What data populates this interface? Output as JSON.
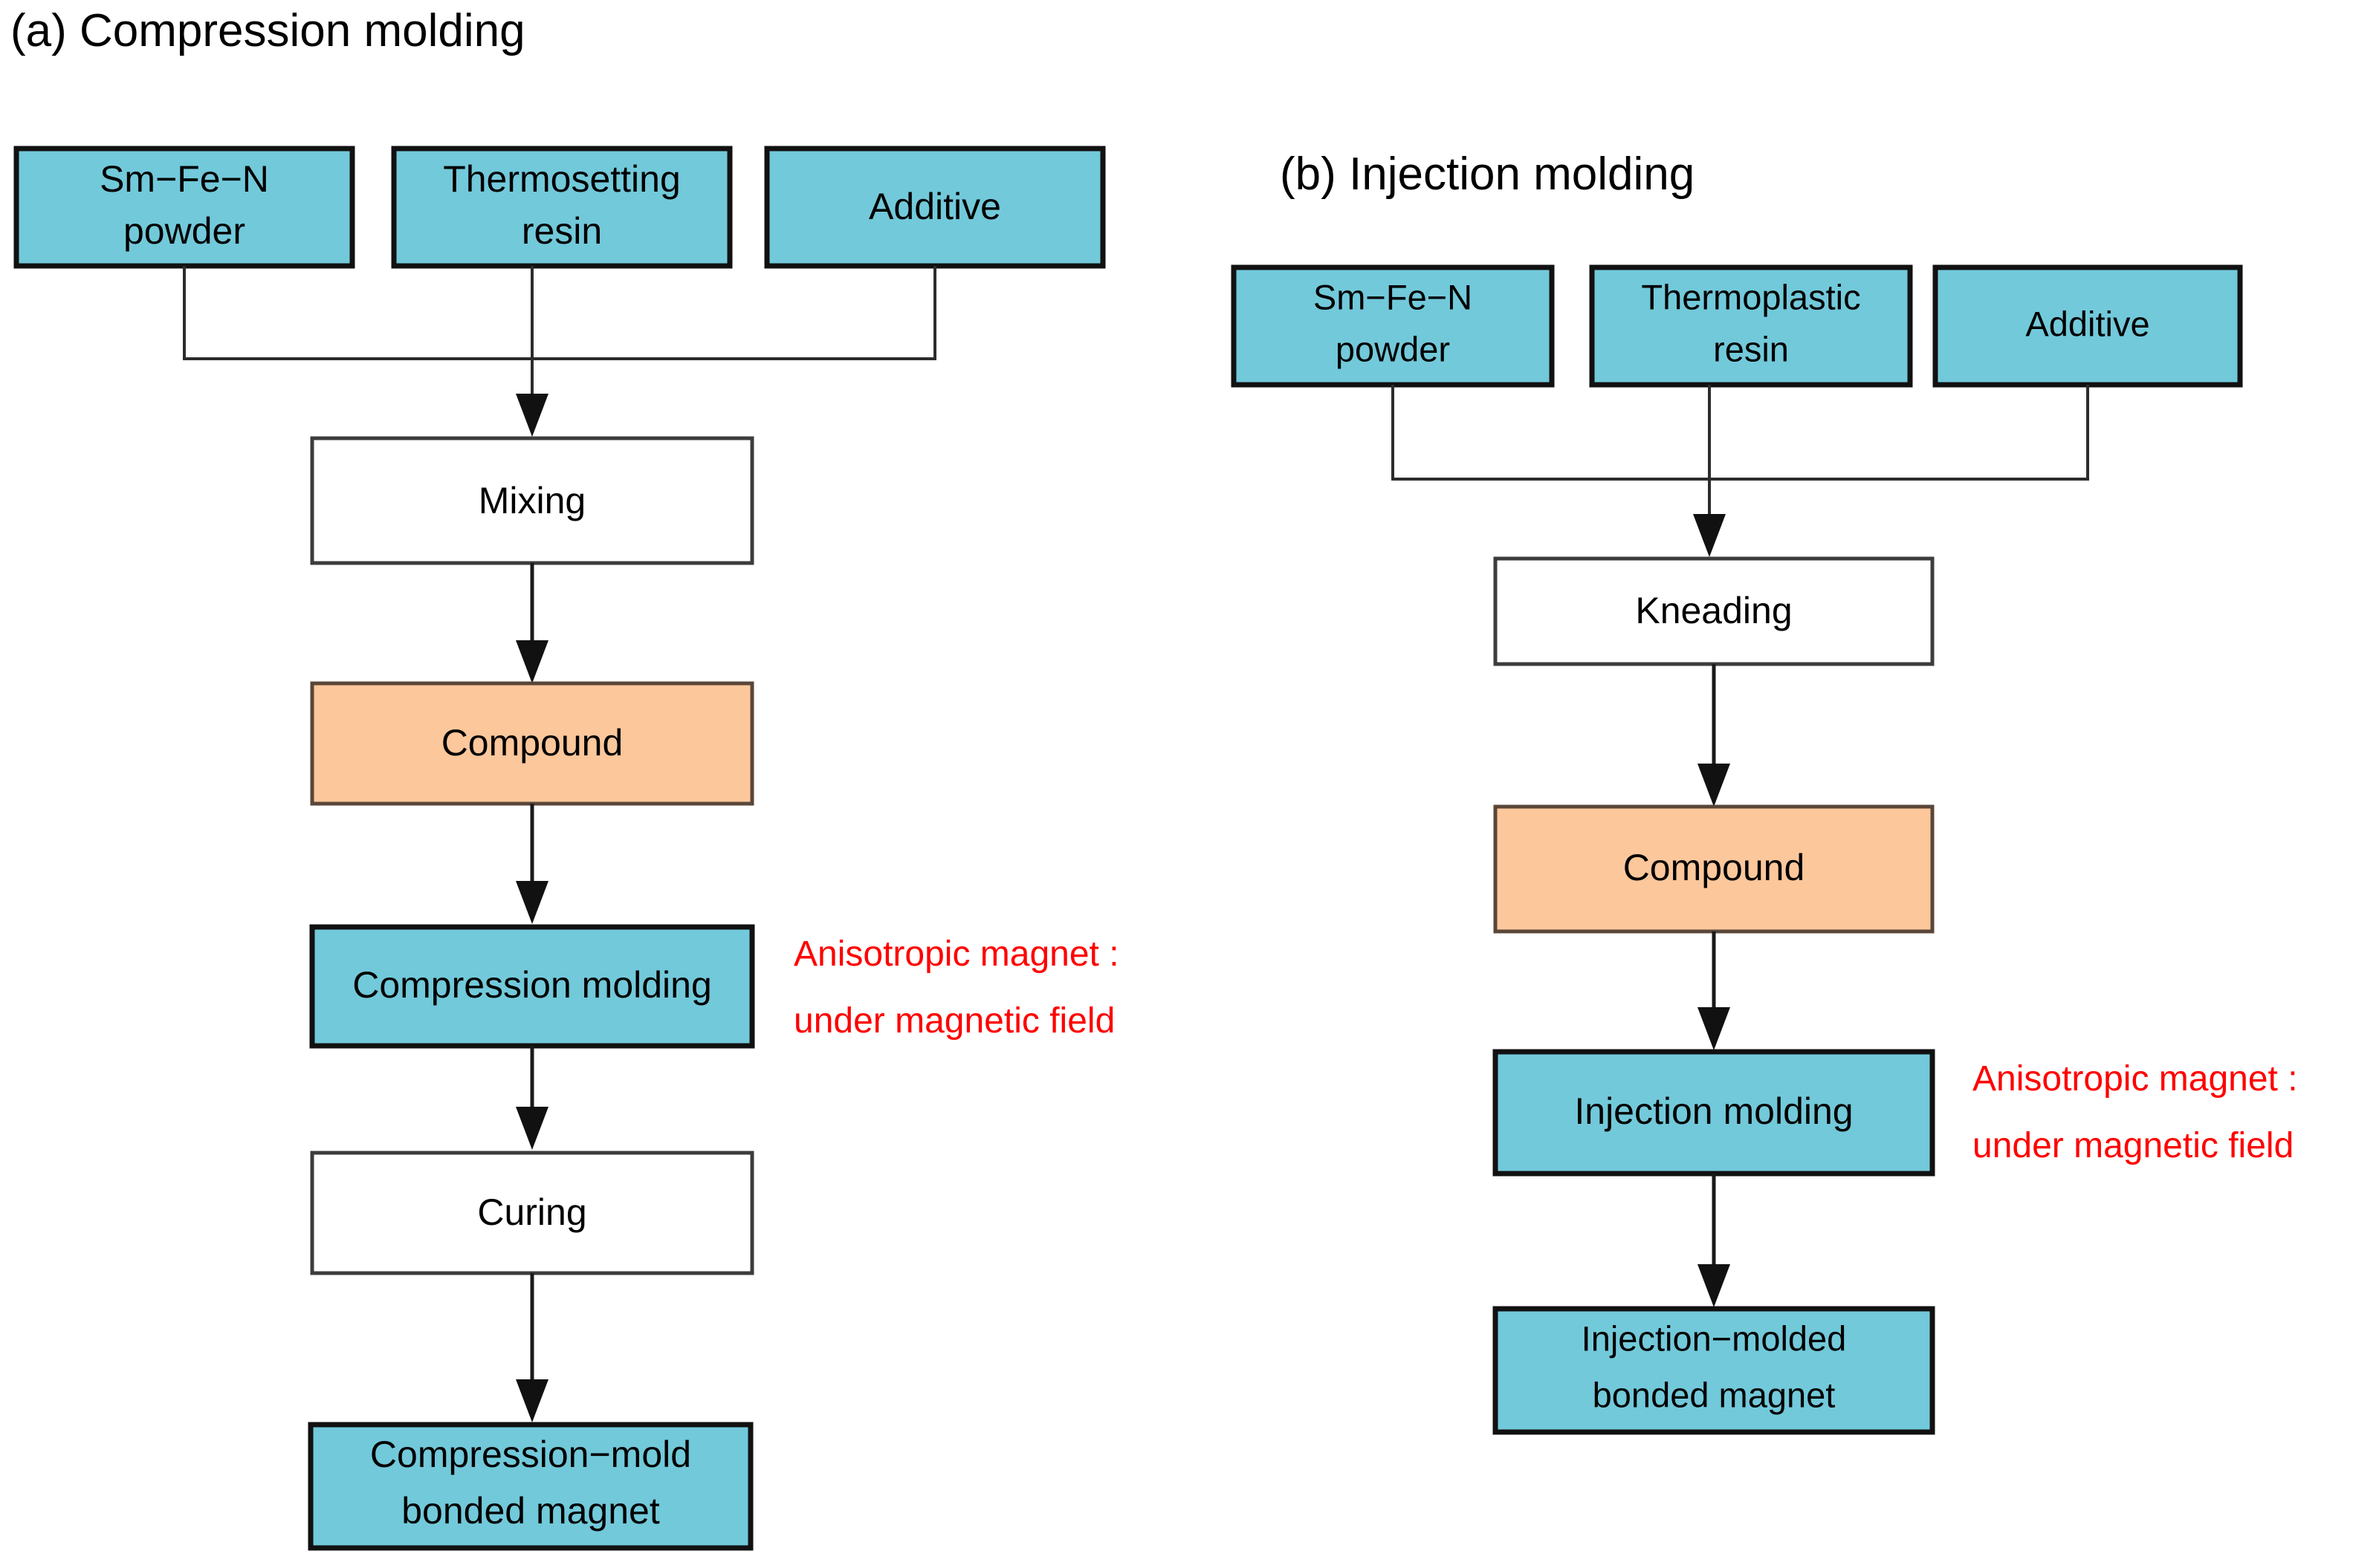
{
  "figure": {
    "type": "process-flow-diagram",
    "background": "#ffffff",
    "colors": {
      "material_box": "#72C9DA",
      "compound_box": "#FCC79B",
      "process_box": "#FFFFFF",
      "annotation_text": "#FF0000",
      "text": "#000000",
      "edge": "#1A1A1A"
    }
  },
  "panels": [
    {
      "id": "panel-a",
      "title": "(a) Compression molding",
      "inputs": [
        {
          "label_line1": "Sm−Fe−N",
          "label_line2": "powder"
        },
        {
          "label_line1": "Thermosetting",
          "label_line2": "resin"
        },
        {
          "label_line1": "Additive",
          "label_line2": ""
        }
      ],
      "steps": [
        {
          "label": "Mixing",
          "style": "process"
        },
        {
          "label": "Compound",
          "style": "compound"
        },
        {
          "label": "Compression molding",
          "style": "material"
        },
        {
          "label": "Curing",
          "style": "process"
        }
      ],
      "output": {
        "label_line1": "Compression−mold",
        "label_line2": "bonded magnet"
      },
      "annotation": {
        "line1": "Anisotropic magnet :",
        "line2": "under magnetic field",
        "attached_to": "Compression molding"
      }
    },
    {
      "id": "panel-b",
      "title": "(b) Injection molding",
      "inputs": [
        {
          "label_line1": "Sm−Fe−N",
          "label_line2": "powder"
        },
        {
          "label_line1": "Thermoplastic",
          "label_line2": "resin"
        },
        {
          "label_line1": "Additive",
          "label_line2": ""
        }
      ],
      "steps": [
        {
          "label": "Kneading",
          "style": "process"
        },
        {
          "label": "Compound",
          "style": "compound"
        },
        {
          "label": "Injection molding",
          "style": "material"
        }
      ],
      "output": {
        "label_line1": "Injection−molded",
        "label_line2": "bonded magnet"
      },
      "annotation": {
        "line1": "Anisotropic magnet :",
        "line2": "under magnetic field",
        "attached_to": "Injection molding"
      }
    }
  ]
}
